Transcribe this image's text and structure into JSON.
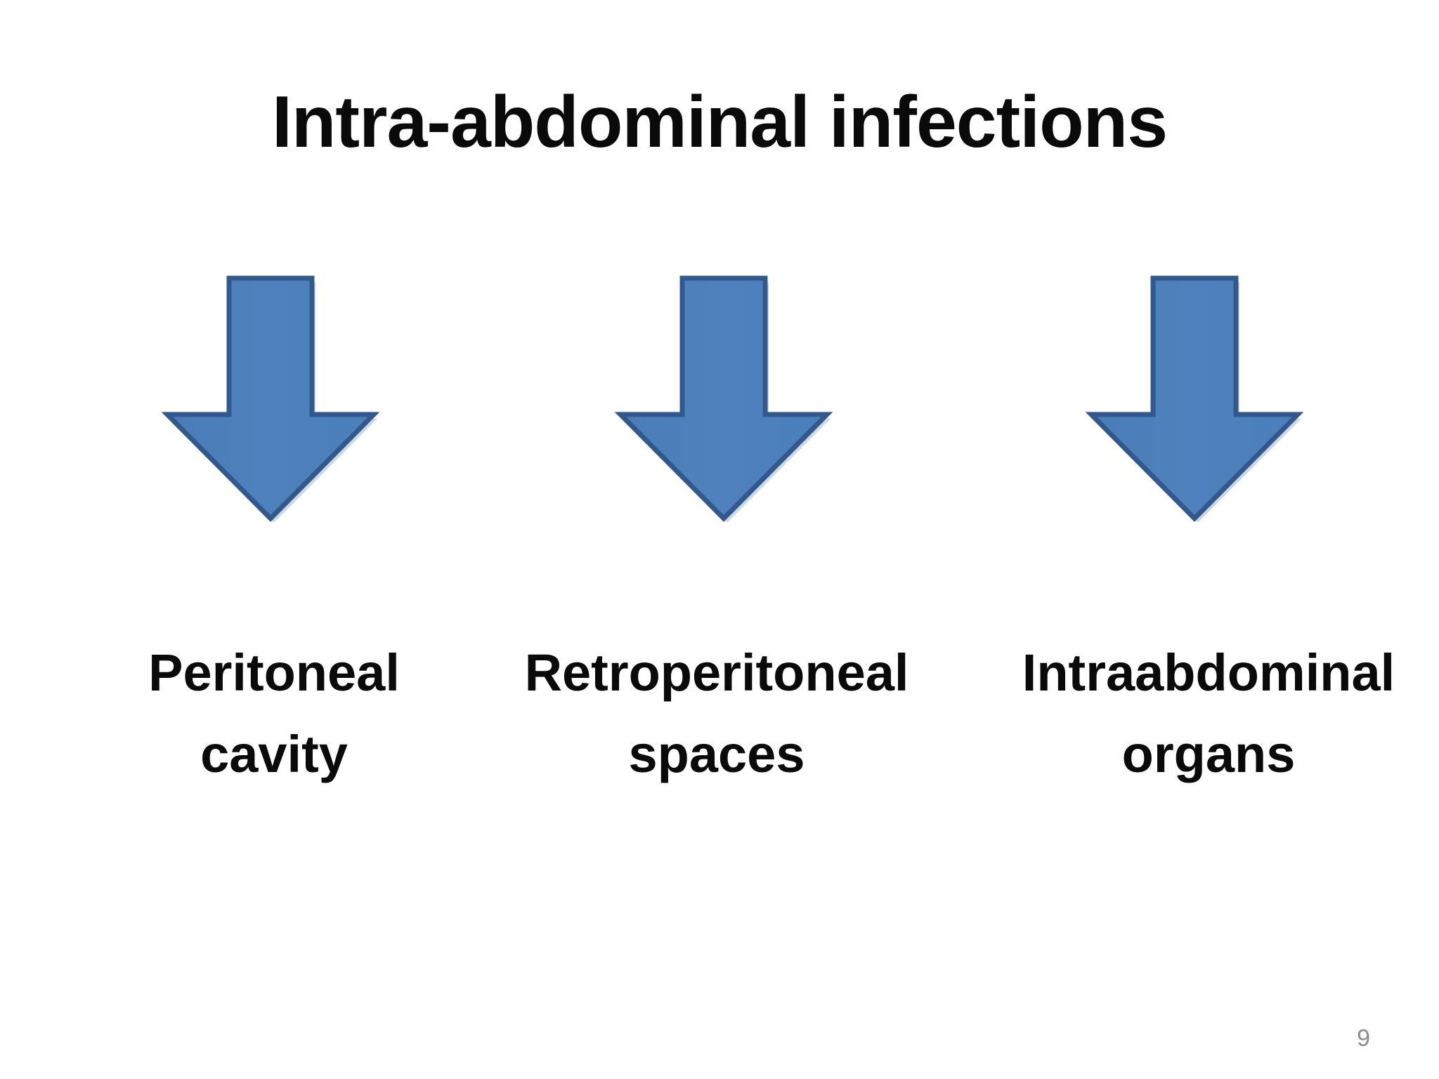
{
  "slide": {
    "title": "Intra-abdominal infections",
    "page_number": "9",
    "background_color": "#ffffff",
    "title_color": "#0a0a0a",
    "page_number_color": "#8c8c8c"
  },
  "arrow_style": {
    "icon": "down-arrow-icon",
    "fill_color": "#4f81bd",
    "border_color": "#31598e",
    "highlight_color": "#5b8fd0",
    "shadow_color": "#9fb8d6"
  },
  "categories": [
    {
      "id": "peritoneal-cavity",
      "arrow_name": "down-arrow-icon-peritoneal-cavity",
      "label_line1": "Peritoneal",
      "label_line2": "cavity"
    },
    {
      "id": "retroperitoneal-spaces",
      "arrow_name": "down-arrow-icon-retroperitoneal-spaces",
      "label_line1": "Retroperitoneal",
      "label_line2": "spaces"
    },
    {
      "id": "intraabdominal-organs",
      "arrow_name": "down-arrow-icon-intraabdominal-organs",
      "label_line1": "Intraabdominal",
      "label_line2": "organs"
    }
  ]
}
